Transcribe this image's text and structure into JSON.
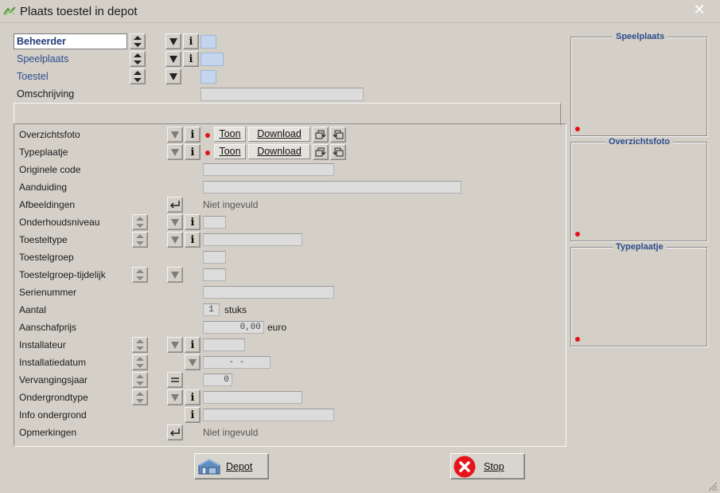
{
  "window": {
    "title": "Plaats toestel in depot",
    "close_label": "✕"
  },
  "top_fields": [
    {
      "label": "Beheerder",
      "selected": true
    },
    {
      "label": "Speelplaats",
      "selected": false
    },
    {
      "label": "Toestel",
      "selected": false
    }
  ],
  "omschrijving_label": "Omschrijving",
  "rows": [
    {
      "label": "Overzichtsfoto"
    },
    {
      "label": "Typeplaatje"
    },
    {
      "label": "Originele code"
    },
    {
      "label": "Aanduiding"
    },
    {
      "label": "Afbeeldingen",
      "status": "Niet ingevuld"
    },
    {
      "label": "Onderhoudsniveau"
    },
    {
      "label": "Toesteltype"
    },
    {
      "label": "Toestelgroep"
    },
    {
      "label": "Toestelgroep-tijdelijk"
    },
    {
      "label": "Serienummer"
    },
    {
      "label": "Aantal",
      "value": "1",
      "unit": "stuks"
    },
    {
      "label": "Aanschafprijs",
      "value": "0,00",
      "unit": "euro"
    },
    {
      "label": "Installateur"
    },
    {
      "label": "Installatiedatum",
      "value": "-  -"
    },
    {
      "label": "Vervangingsjaar",
      "value": "0"
    },
    {
      "label": "Ondergrondtype"
    },
    {
      "label": "Info ondergrond"
    },
    {
      "label": "Opmerkingen",
      "status": "Niet ingevuld"
    }
  ],
  "buttons": {
    "toon": "Toon",
    "download": "Download",
    "depot": "Depot",
    "stop": "Stop"
  },
  "panels": [
    {
      "title": "Speelplaats"
    },
    {
      "title": "Overzichtsfoto"
    },
    {
      "title": "Typeplaatje"
    }
  ],
  "colors": {
    "label_blue": "#2b4c8c",
    "field_blue": "#c4d6ee",
    "dot_red": "#e4121a",
    "stop_red": "#e8141c"
  },
  "icons": {
    "stepper": "up-down-arrows-icon",
    "dropdown": "triangle-down-icon",
    "info": "info-icon",
    "enter": "enter-arrow-icon",
    "equals": "equals-icon",
    "rotate_right": "rotate-right-icon",
    "rotate_left": "rotate-left-icon",
    "depot": "warehouse-icon",
    "stop": "stop-x-icon"
  }
}
